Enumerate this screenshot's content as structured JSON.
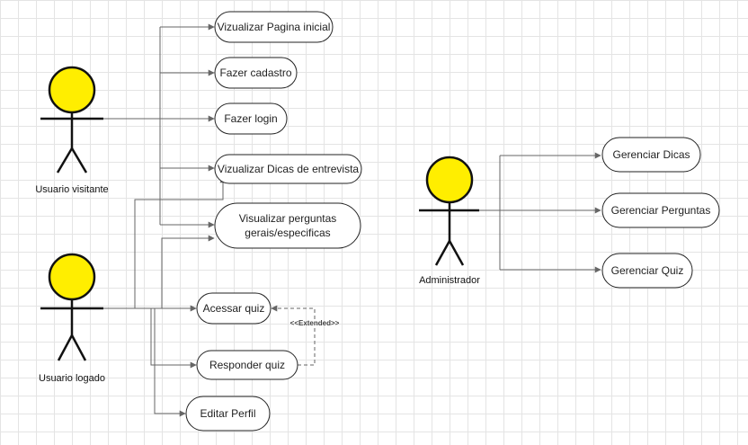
{
  "actors": {
    "visitor": {
      "label": "Usuario visitante"
    },
    "logged": {
      "label": "Usuario logado"
    },
    "admin": {
      "label": "Administrador"
    }
  },
  "use_cases": {
    "visualizar_pagina": "Vizualizar Pagina inicial",
    "fazer_cadastro": "Fazer cadastro",
    "fazer_login": "Fazer login",
    "visualizar_dicas": "Vizualizar Dicas de entrevista",
    "visualizar_perguntas_1": "Visualizar perguntas",
    "visualizar_perguntas_2": "gerais/especificas",
    "acessar_quiz": "Acessar quiz",
    "responder_quiz": "Responder quiz",
    "editar_perfil": "Editar Perfil",
    "gerenciar_dicas": "Gerenciar Dicas",
    "gerenciar_perguntas": "Gerenciar Perguntas",
    "gerenciar_quiz": "Gerenciar Quiz"
  },
  "relations": {
    "extended": "<<Extended>>"
  },
  "colors": {
    "actor_head": "#ffee00",
    "line": "#666666",
    "stroke": "#222222"
  }
}
